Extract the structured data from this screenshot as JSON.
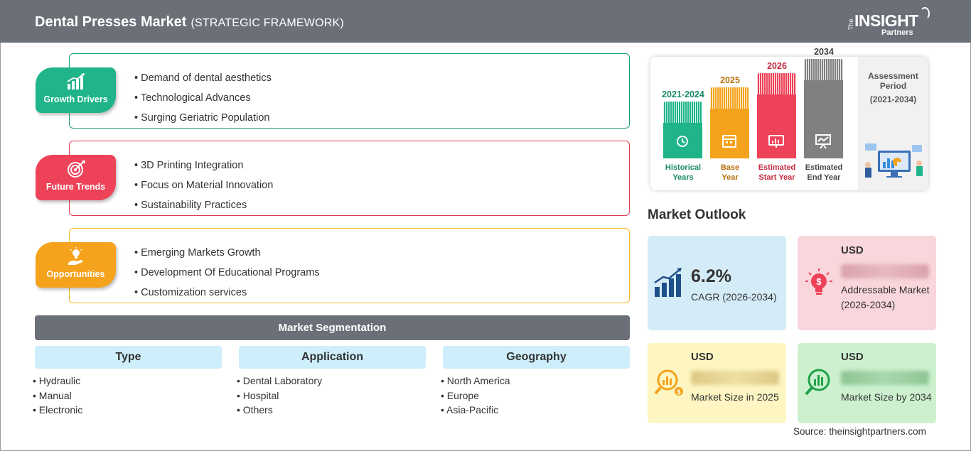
{
  "header": {
    "title": "Dental Presses Market",
    "subtitle": "(STRATEGIC FRAMEWORK)",
    "logo": {
      "the": "The",
      "insight": "INSIGHT",
      "partners": "Partners"
    }
  },
  "framework": [
    {
      "label": "Growth Drivers",
      "icon": "bar-growth-icon",
      "color": "#1fb48a",
      "items": [
        "Demand of dental aesthetics",
        "Technological Advances",
        "Surging Geriatric Population"
      ]
    },
    {
      "label": "Future Trends",
      "icon": "target-icon",
      "color": "#ee4259",
      "items": [
        "3D Printing Integration",
        "Focus on Material Innovation",
        "Sustainability Practices"
      ]
    },
    {
      "label": "Opportunities",
      "icon": "lightbulb-hand-icon",
      "color": "#f5a21c",
      "items": [
        "Emerging Markets Growth",
        "Development Of Educational Programs",
        "Customization services"
      ]
    }
  ],
  "segmentation": {
    "title": "Market Segmentation",
    "columns": [
      {
        "heading": "Type",
        "items": [
          "Hydraulic",
          "Manual",
          "Electronic"
        ]
      },
      {
        "heading": "Application",
        "items": [
          "Dental Laboratory",
          "Hospital",
          "Others"
        ]
      },
      {
        "heading": "Geography",
        "items": [
          "North America",
          "Europe",
          "Asia-Pacific"
        ]
      }
    ]
  },
  "assessment": {
    "title": "Assessment Period",
    "range": "(2021-2034)",
    "bars": [
      {
        "year": "2021-2024",
        "label_line1": "Historical",
        "label_line2": "Years",
        "color": "#1fb48a",
        "text_color": "#178a68",
        "icon": "history-icon",
        "level": 1
      },
      {
        "year": "2025",
        "label_line1": "Base",
        "label_line2": "Year",
        "color": "#f5a21c",
        "text_color": "#b7700a",
        "icon": "calendar-icon",
        "level": 2
      },
      {
        "year": "2026",
        "label_line1": "Estimated",
        "label_line2": "Start Year",
        "color": "#ee4259",
        "text_color": "#c52a3f",
        "icon": "monitor-chart-icon",
        "level": 3
      },
      {
        "year": "2034",
        "label_line1": "Estimated",
        "label_line2": "End Year",
        "color": "#808080",
        "text_color": "#444444",
        "icon": "presentation-icon",
        "level": 4
      }
    ]
  },
  "outlook": {
    "title": "Market Outlook",
    "cagr": {
      "value": "6.2%",
      "label": "CAGR (2026-2034)"
    },
    "addressable": {
      "currency": "USD",
      "label": "Addressable Market (2026-2034)"
    },
    "size_2025": {
      "currency": "USD",
      "label": "Market Size in 2025"
    },
    "size_2034": {
      "currency": "USD",
      "label": "Market Size by 2034"
    }
  },
  "source": "Source: theinsightpartners.com"
}
